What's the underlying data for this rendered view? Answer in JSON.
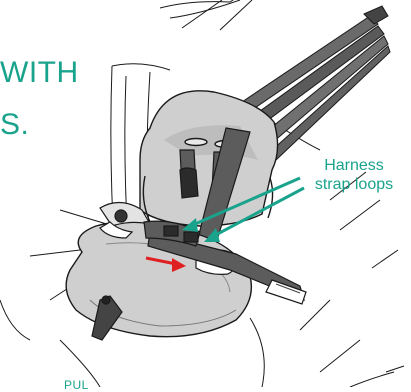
{
  "fragments": {
    "line1": "WITH",
    "line2": "S.",
    "bottom": "PUL"
  },
  "callout": {
    "line1": "Harness",
    "line2": "strap loops"
  },
  "colors": {
    "teal": "#1aa38c",
    "red_arrow": "#e02020",
    "strap": "#5c5c5c",
    "seat_fill": "#cfcfcf",
    "seat_shadow": "#a8a8a8",
    "outline": "#1a1a1a"
  },
  "icons": [
    "car-seat-illustration",
    "harness-strap",
    "buckle",
    "arrow-icon"
  ]
}
